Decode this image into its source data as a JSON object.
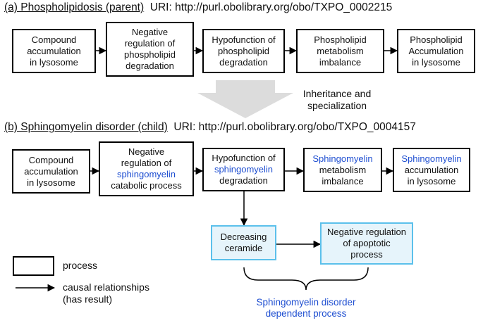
{
  "section_a": {
    "title": "(a) Phospholipidosis (parent)",
    "uri": "URI: http://purl.obolibrary.org/obo/TXPO_0002215",
    "boxes": [
      {
        "lines": [
          "Compound",
          "accumulation",
          "in lysosome"
        ]
      },
      {
        "lines": [
          "Negative",
          "regulation of",
          "phospholipid",
          "degradation"
        ]
      },
      {
        "lines": [
          "Hypofunction of",
          "phospholipid",
          "degradation"
        ]
      },
      {
        "lines": [
          "Phospholipid",
          "metabolism",
          "imbalance"
        ]
      },
      {
        "lines": [
          "Phospholipid",
          "Accumulation",
          "in lysosome"
        ]
      }
    ]
  },
  "inheritance": {
    "line1": "Inheritance and",
    "line2": "specialization",
    "arrow_color": "#dcdcdc"
  },
  "section_b": {
    "title": "(b) Sphingomyelin disorder (child)",
    "uri": "URI: http://purl.obolibrary.org/obo/TXPO_0004157",
    "box1": [
      "Compound",
      "accumulation",
      "in lysosome"
    ],
    "box2": {
      "l1": "Negative",
      "l2": "regulation of",
      "l3": "sphingomyelin",
      "l4": "catabolic process"
    },
    "box3": {
      "l1": "Hypofunction of",
      "l2": "sphingomyelin",
      "l3": "degradation"
    },
    "box4": {
      "l1": "Sphingomyelin",
      "l2": "metabolism",
      "l3": "imbalance"
    },
    "box5": {
      "l1": "Sphingomyelin",
      "l2": "accumulation",
      "l3": "in lysosome"
    },
    "box6": {
      "l1": "Decreasing",
      "l2": "ceramide"
    },
    "box7": {
      "l1": "Negative regulation",
      "l2": "of apoptotic",
      "l3": "process"
    },
    "brace_label": {
      "l1": "Sphingomyelin disorder",
      "l2": "dependent process"
    }
  },
  "legend": {
    "process": "process",
    "causal_l1": "causal relationships",
    "causal_l2": "(has result)"
  },
  "colors": {
    "highlight_text": "#1f4fd1",
    "cyan_border": "#5bc0eb",
    "cyan_fill": "#e6f4fb"
  }
}
